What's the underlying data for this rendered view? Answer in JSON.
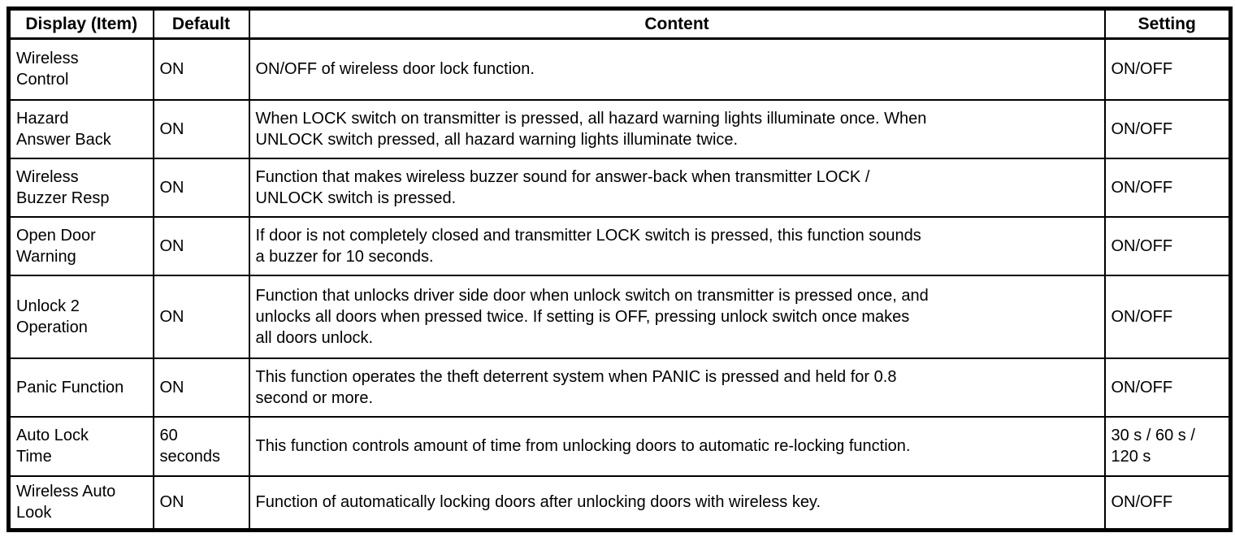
{
  "table": {
    "headers": {
      "item": "Display (Item)",
      "default": "Default",
      "content": "Content",
      "setting": "Setting"
    },
    "rows": [
      {
        "item": "Wireless\nControl",
        "default": "ON",
        "content": "ON/OFF of wireless door lock function.",
        "setting": "ON/OFF"
      },
      {
        "item": "Hazard\nAnswer Back",
        "default": "ON",
        "content": "When LOCK switch on transmitter is pressed, all hazard warning lights illuminate once. When\nUNLOCK switch pressed, all hazard warning lights illuminate twice.",
        "setting": "ON/OFF"
      },
      {
        "item": "Wireless\nBuzzer Resp",
        "default": "ON",
        "content": "Function that makes wireless buzzer sound for answer-back when transmitter LOCK /\nUNLOCK switch is pressed.",
        "setting": "ON/OFF"
      },
      {
        "item": "Open Door\nWarning",
        "default": "ON",
        "content": "If door is not completely closed and transmitter LOCK switch is pressed, this function sounds\na buzzer for 10 seconds.",
        "setting": "ON/OFF"
      },
      {
        "item": "Unlock 2\nOperation",
        "default": "ON",
        "content": "Function that unlocks driver side door when unlock switch on transmitter is pressed once, and\nunlocks all doors when pressed twice. If setting is OFF, pressing unlock switch once makes\nall doors unlock.",
        "setting": "ON/OFF"
      },
      {
        "item": "Panic Function",
        "default": "ON",
        "content": "This function operates the theft deterrent system when PANIC is pressed and held for 0.8\nsecond or more.",
        "setting": "ON/OFF"
      },
      {
        "item": "Auto Lock\nTime",
        "default": "60\nseconds",
        "content": "This function controls amount of time from unlocking doors to automatic re-locking function.",
        "setting": "30 s / 60 s /\n120 s"
      },
      {
        "item": "Wireless Auto\nLook",
        "default": "ON",
        "content": "Function of automatically locking doors after unlocking doors with wireless key.",
        "setting": "ON/OFF"
      }
    ],
    "colors": {
      "border": "#000000",
      "background": "#ffffff",
      "text": "#000000"
    }
  }
}
